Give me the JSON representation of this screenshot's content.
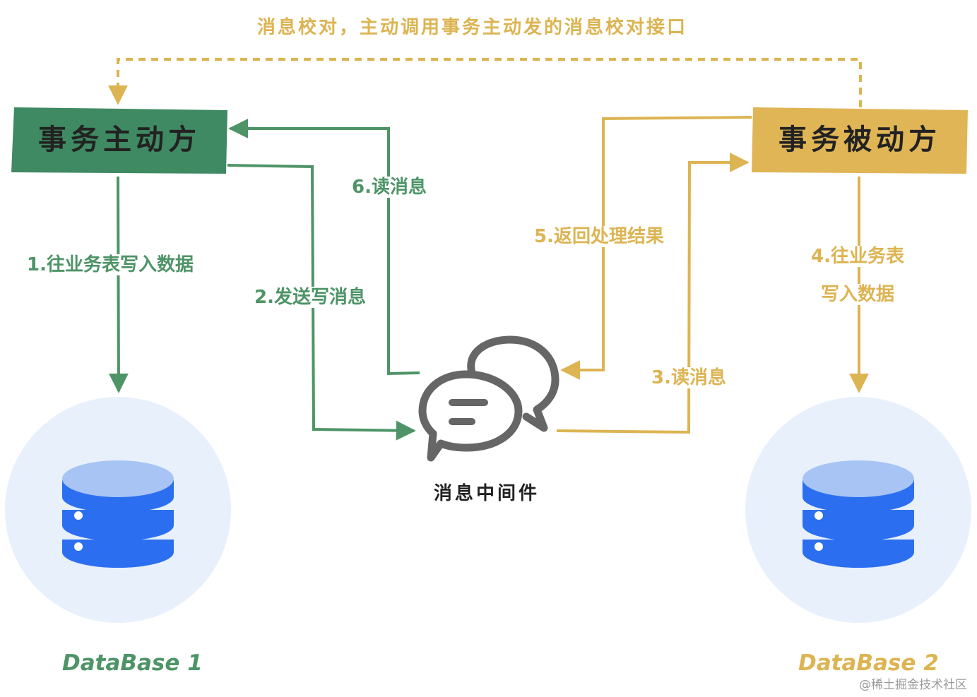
{
  "top_label": "消息校对，主动调用事务主动发的消息校对接口",
  "active_box": {
    "label": "事务主动方",
    "color": "#3f8a63"
  },
  "passive_box": {
    "label": "事务被动方",
    "color": "#e0b556"
  },
  "middleware": {
    "label": "消息中间件",
    "icon": "chat-bubbles-icon"
  },
  "database_1": {
    "label": "DataBase 1",
    "icon": "database-icon"
  },
  "database_2": {
    "label": "DataBase 2",
    "icon": "database-icon"
  },
  "steps": {
    "step1": "1.往业务表写入数据",
    "step2": "2.发送写消息",
    "step3": "3.读消息",
    "step4_line1": "4.往业务表",
    "step4_line2": "写入数据",
    "step5": "5.返回处理结果",
    "step6": "6.读消息"
  },
  "watermark": "@稀土掘金技术社区",
  "colors": {
    "green": "#4e9467",
    "gold": "#dcb452",
    "db_circle": "#e8f0fc",
    "db_body": "#2b6ff0",
    "db_top": "#a7c4f5",
    "icon_gray": "#666666"
  }
}
